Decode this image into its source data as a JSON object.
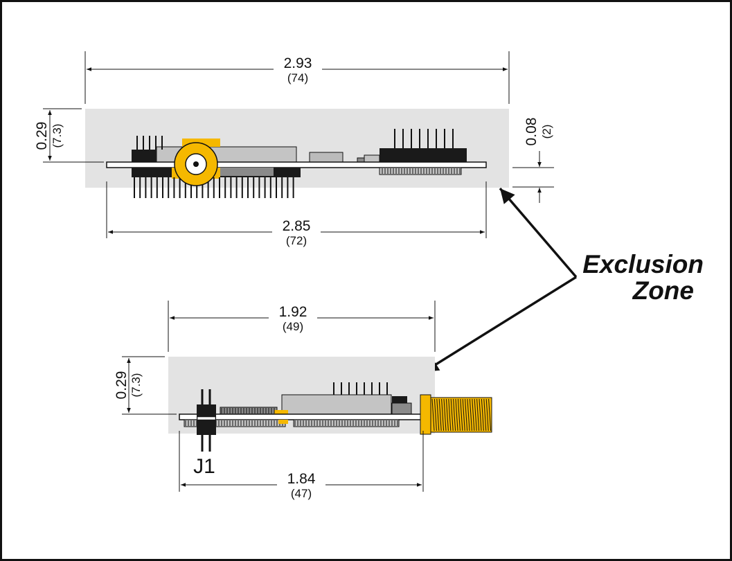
{
  "top_view": {
    "width_zone": {
      "value": "2.93",
      "metric": "(74)"
    },
    "height_zone": {
      "value": "0.29",
      "metric": "(7.3)"
    },
    "board_thickness": {
      "value": "0.08",
      "metric": "(2)"
    },
    "board_length": {
      "value": "2.85",
      "metric": "(72)"
    }
  },
  "bottom_view": {
    "width_zone": {
      "value": "1.92",
      "metric": "(49)"
    },
    "height_zone": {
      "value": "0.29",
      "metric": "(7.3)"
    },
    "board_length": {
      "value": "1.84",
      "metric": "(47)"
    },
    "connector_label": "J1"
  },
  "callout": {
    "line1": "Exclusion",
    "line2": "Zone"
  },
  "colors": {
    "zone": "#e3e3e3",
    "accent": "#f5b800",
    "board": "#ffffff",
    "component_gray": "#8a8a8a",
    "component_light": "#c4c4c4",
    "component_dark": "#1a1a1a"
  }
}
